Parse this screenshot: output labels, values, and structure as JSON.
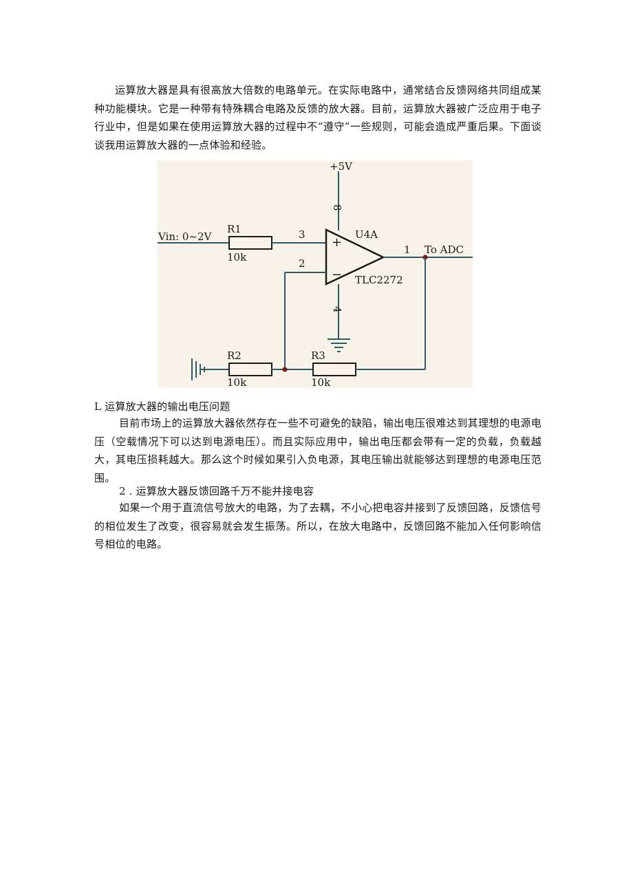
{
  "intro": "运算放大器是具有很高放大倍数的电路单元。在实际电路中，通常结合反馈网络共同组成某种功能模块。它是一种带有特殊耦合电路及反馈的放大器。目前，运算放大器被广泛应用于电子行业中，但是如果在使用运算放大器的过程中不“遵守”一些规则，可能会造成严重后果。下面谈谈我用运算放大器的一点体验和经验。",
  "circuit": {
    "supply": "+5V",
    "pin8": "8",
    "input": "Vin: 0~2V",
    "r1_name": "R1",
    "r1_value": "10k",
    "pin3": "3",
    "plus": "+",
    "unit": "U4A",
    "pin1": "1",
    "output": "To ADC",
    "pin2": "2",
    "minus": "−",
    "part": "TLC2272",
    "pin4": "4",
    "r2_name": "R2",
    "r2_value": "10k",
    "r3_name": "R3",
    "r3_value": "10k"
  },
  "section1": {
    "heading": "L 运算放大器的输出电压问题",
    "body": "目前市场上的运算放大器依然存在一些不可避免的缺陷，输出电压很难达到其理想的电源电压（空载情况下可以达到电源电压）。而且实际应用中，输出电压都会带有一定的负载，负载越大，其电压损耗越大。那么这个时候如果引入负电源，其电压输出就能够达到理想的电源电压范围。"
  },
  "section2": {
    "heading": "2  . 运算放大器反馈回路千万不能并接电容",
    "body": "如果一个用于直流信号放大的电路，为了去耦，不小心把电容并接到了反馈回路，反馈信号的相位发生了改变，很容易就会发生振荡。所以，在放大电路中，反馈回路不能加入任何影响信号相位的电路。"
  }
}
